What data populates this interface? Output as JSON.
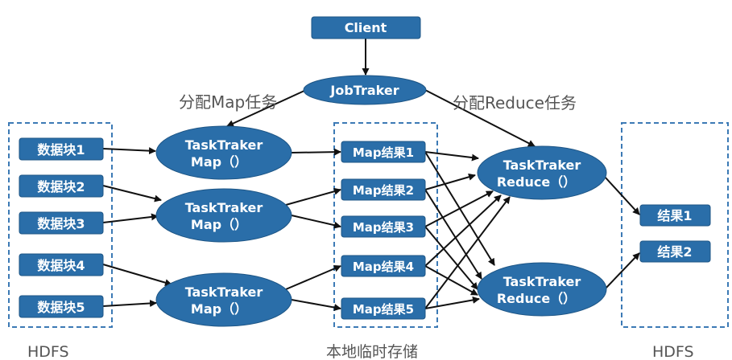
{
  "client": "Client",
  "jobtracker": "JobTraker",
  "labels": {
    "assign_map": "分配Map任务",
    "assign_reduce": "分配Reduce任务",
    "hdfs_left": "HDFS",
    "local_storage": "本地临时存储",
    "hdfs_right": "HDFS"
  },
  "blocks": [
    "数据块1",
    "数据块2",
    "数据块3",
    "数据块4",
    "数据块5"
  ],
  "map_trackers": [
    {
      "line1": "TaskTraker",
      "line2": "Map（）"
    },
    {
      "line1": "TaskTraker",
      "line2": "Map（）"
    },
    {
      "line1": "TaskTraker",
      "line2": "Map（）"
    }
  ],
  "map_results": [
    "Map结果1",
    "Map结果2",
    "Map结果3",
    "Map结果4",
    "Map结果5"
  ],
  "reduce_trackers": [
    {
      "line1": "TaskTraker",
      "line2": "Reduce（）"
    },
    {
      "line1": "TaskTraker",
      "line2": "Reduce（）"
    }
  ],
  "results": [
    "结果1",
    "结果2"
  ],
  "colors": {
    "node_fill": "#2a6ea9",
    "node_stroke": "#1d5585",
    "dashed_border": "#3c7ab5",
    "arrow": "#111111",
    "label": "#555555"
  }
}
